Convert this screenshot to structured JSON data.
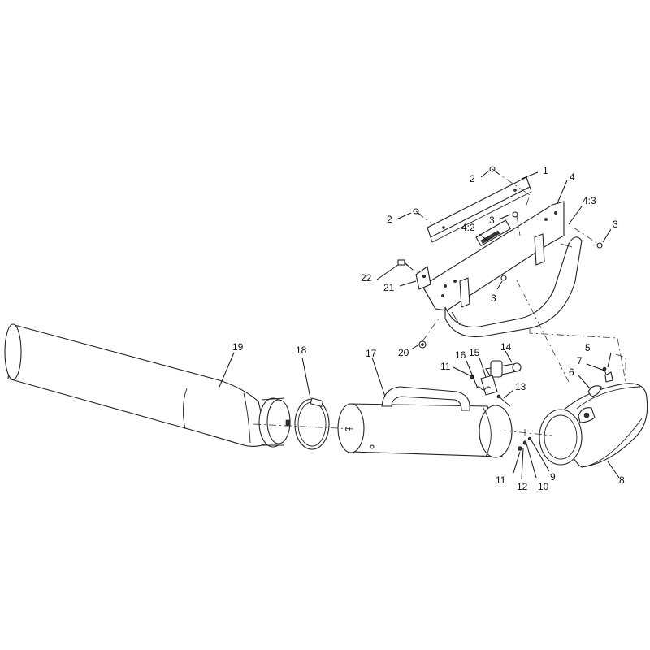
{
  "diagram": {
    "callouts": [
      {
        "id": "c1",
        "text": "1"
      },
      {
        "id": "c2a",
        "text": "2"
      },
      {
        "id": "c2b",
        "text": "2"
      },
      {
        "id": "c3a",
        "text": "3"
      },
      {
        "id": "c3b",
        "text": "3"
      },
      {
        "id": "c3c",
        "text": "3"
      },
      {
        "id": "c4",
        "text": "4"
      },
      {
        "id": "c4_2",
        "text": "4:2"
      },
      {
        "id": "c4_3",
        "text": "4:3"
      },
      {
        "id": "c5",
        "text": "5"
      },
      {
        "id": "c6",
        "text": "6"
      },
      {
        "id": "c7",
        "text": "7"
      },
      {
        "id": "c8",
        "text": "8"
      },
      {
        "id": "c9",
        "text": "9"
      },
      {
        "id": "c10",
        "text": "10"
      },
      {
        "id": "c11a",
        "text": "11"
      },
      {
        "id": "c11b",
        "text": "11"
      },
      {
        "id": "c12",
        "text": "12"
      },
      {
        "id": "c13",
        "text": "13"
      },
      {
        "id": "c14",
        "text": "14"
      },
      {
        "id": "c15",
        "text": "15"
      },
      {
        "id": "c16",
        "text": "16"
      },
      {
        "id": "c17",
        "text": "17"
      },
      {
        "id": "c18",
        "text": "18"
      },
      {
        "id": "c19",
        "text": "19"
      },
      {
        "id": "c20",
        "text": "20"
      },
      {
        "id": "c21",
        "text": "21"
      },
      {
        "id": "c22",
        "text": "22"
      }
    ]
  }
}
